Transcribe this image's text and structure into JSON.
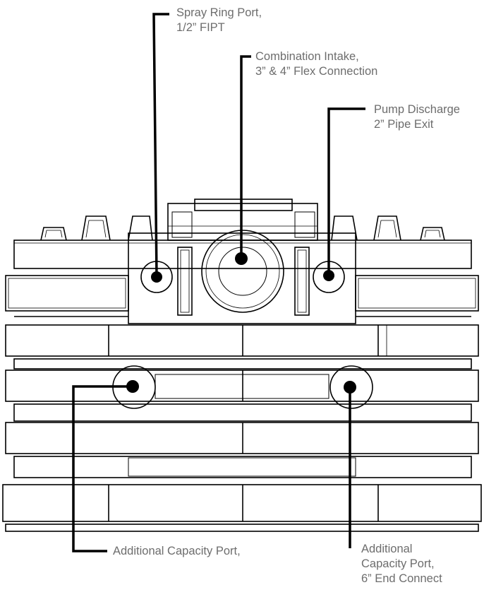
{
  "callouts": {
    "spray_ring": {
      "line1": "Spray Ring Port,",
      "line2": "1/2” FIPT"
    },
    "combination_intake": {
      "line1": "Combination Intake,",
      "line2": "3” & 4” Flex Connection"
    },
    "pump_discharge": {
      "line1": "Pump Discharge",
      "line2": "2” Pipe Exit"
    },
    "capacity_left": {
      "line1": "Additional Capacity Port,"
    },
    "capacity_right": {
      "line1": "Additional",
      "line2": "Capacity Port,",
      "line3": "6” End Connect"
    }
  },
  "colors": {
    "line": "#000000",
    "label": "#6d6d6d",
    "background": "#ffffff"
  }
}
